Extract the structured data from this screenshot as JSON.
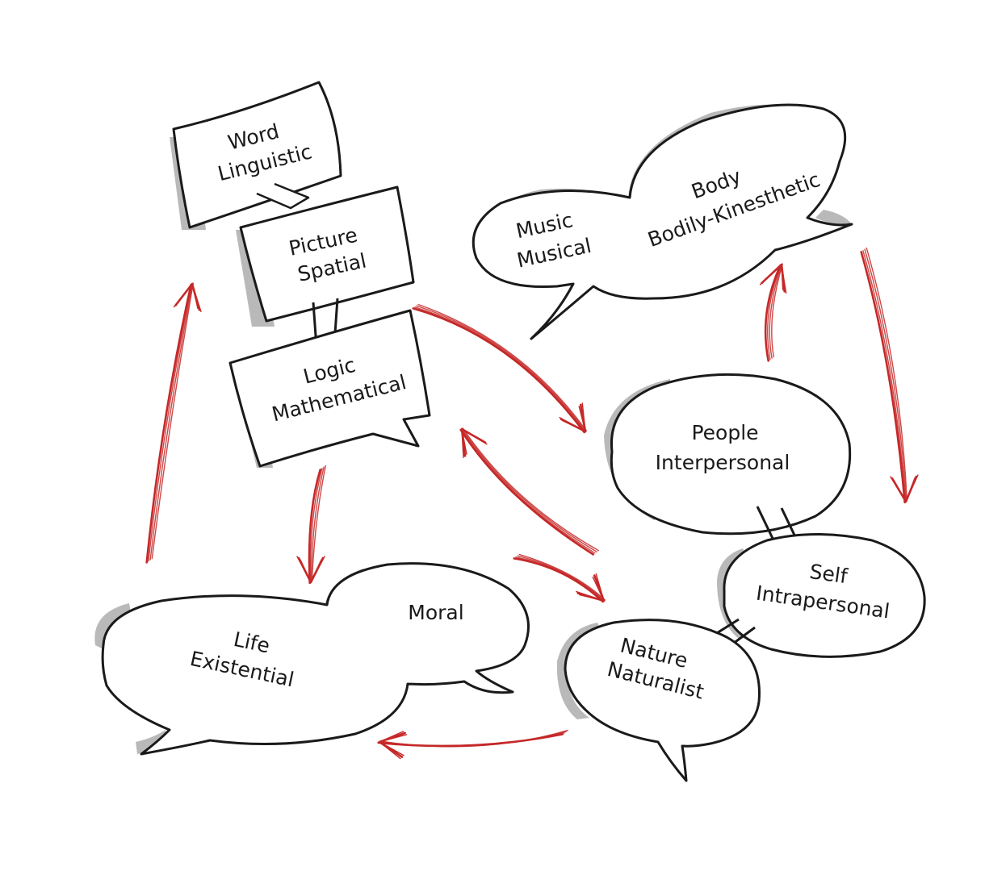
{
  "nodes": {
    "word": [
      "Word",
      "Linguistic"
    ],
    "picture": [
      "Picture",
      "Spatial"
    ],
    "logic": [
      "Logic",
      "Mathematical"
    ],
    "music": [
      "Music",
      "Musical"
    ],
    "body": [
      "Body",
      "Bodily-Kinesthetic"
    ],
    "people": [
      "People",
      "Interpersonal"
    ],
    "self": [
      "Self",
      "Intrapersonal"
    ],
    "nature": [
      "Nature",
      "Naturalist"
    ],
    "life": [
      "Life",
      "Existential"
    ],
    "moral": [
      "Moral"
    ]
  },
  "colors": {
    "arrow": "#c62828",
    "outline": "#1a1a1a",
    "shadow": "#b9b9b9"
  }
}
